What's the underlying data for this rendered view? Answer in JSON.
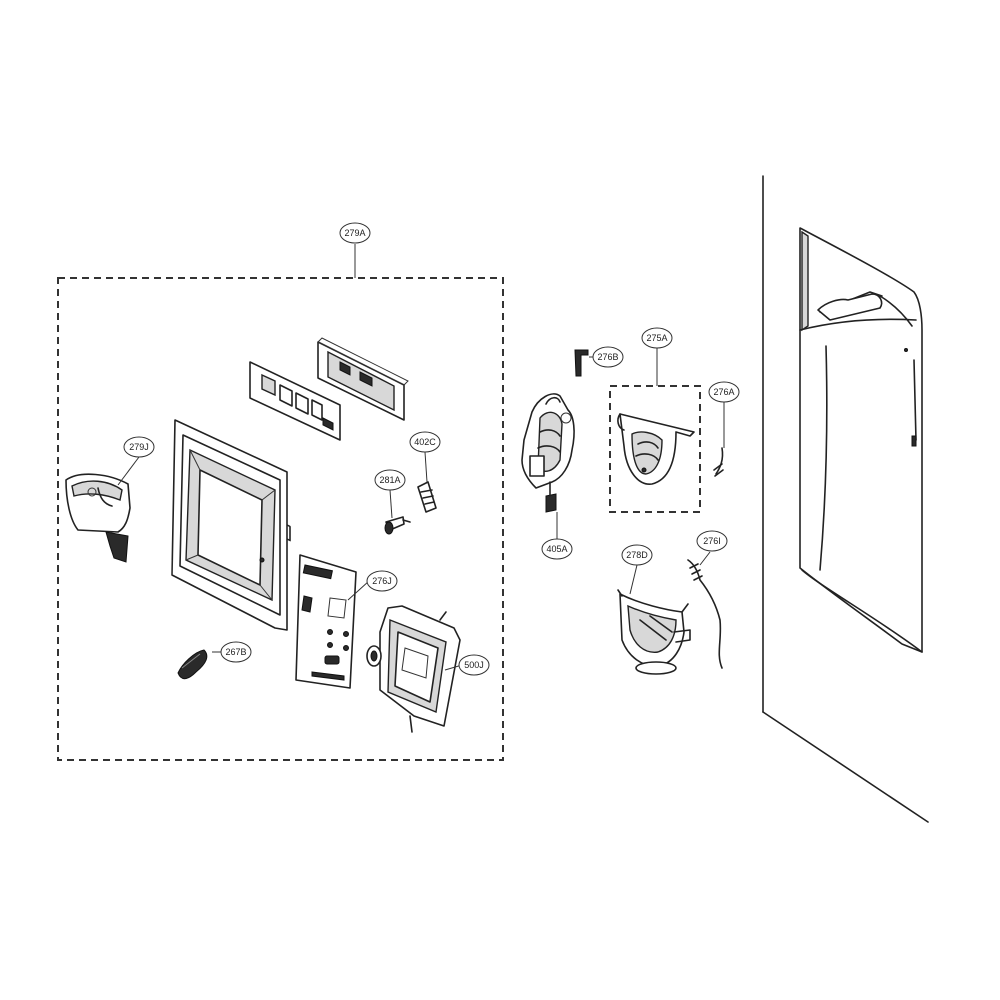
{
  "callouts": [
    {
      "id": "279A",
      "label": "279A"
    },
    {
      "id": "279J",
      "label": "279J"
    },
    {
      "id": "402C",
      "label": "402C"
    },
    {
      "id": "281A",
      "label": "281A"
    },
    {
      "id": "276J",
      "label": "276J"
    },
    {
      "id": "267B",
      "label": "267B"
    },
    {
      "id": "500J",
      "label": "500J"
    },
    {
      "id": "276B",
      "label": "276B"
    },
    {
      "id": "275A",
      "label": "275A"
    },
    {
      "id": "276A",
      "label": "276A"
    },
    {
      "id": "405A",
      "label": "405A"
    },
    {
      "id": "278D",
      "label": "278D"
    },
    {
      "id": "276I",
      "label": "276I"
    }
  ]
}
